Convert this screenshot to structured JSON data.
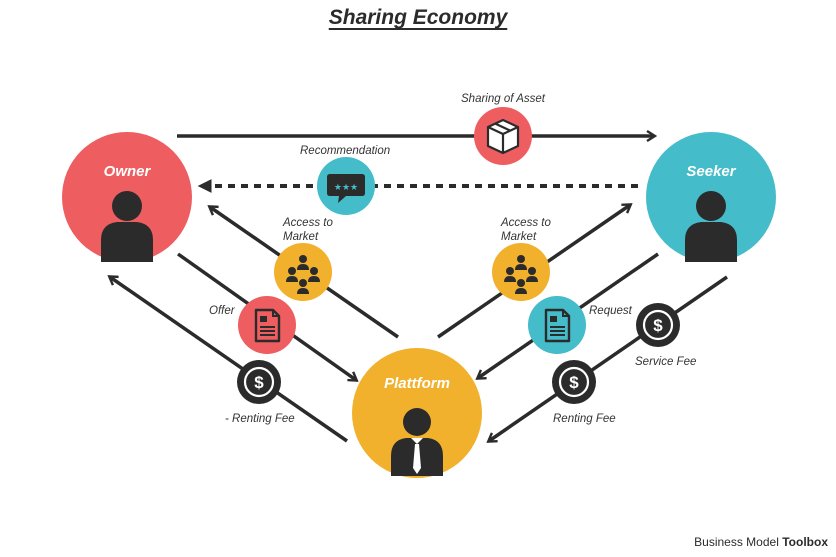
{
  "title": "Sharing Economy",
  "nodes": {
    "owner": "Owner",
    "seeker": "Seeker",
    "platform": "Plattform"
  },
  "flows": {
    "sharing_of_asset": "Sharing of Asset",
    "recommendation": "Recommendation",
    "access_to_market_left": [
      "Access to",
      "Market"
    ],
    "access_to_market_right": [
      "Access to",
      "Market"
    ],
    "offer": "Offer",
    "request": "Request",
    "renting_fee_left": "- Renting Fee",
    "renting_fee_right": "Renting Fee",
    "service_fee": "Service Fee"
  },
  "brand": {
    "regular": "Business Model",
    "bold": "Toolbox"
  },
  "colors": {
    "owner": "#ee5d60",
    "seeker": "#45bcc9",
    "platform": "#f2b12d",
    "dark": "#2b2b2b"
  },
  "icons": {
    "asset": "box-icon",
    "recommendation": "chat-bubble-icon",
    "market": "group-icon",
    "document": "document-icon",
    "fee": "dollar-icon",
    "person": "person-icon",
    "businessman": "businessman-icon"
  }
}
